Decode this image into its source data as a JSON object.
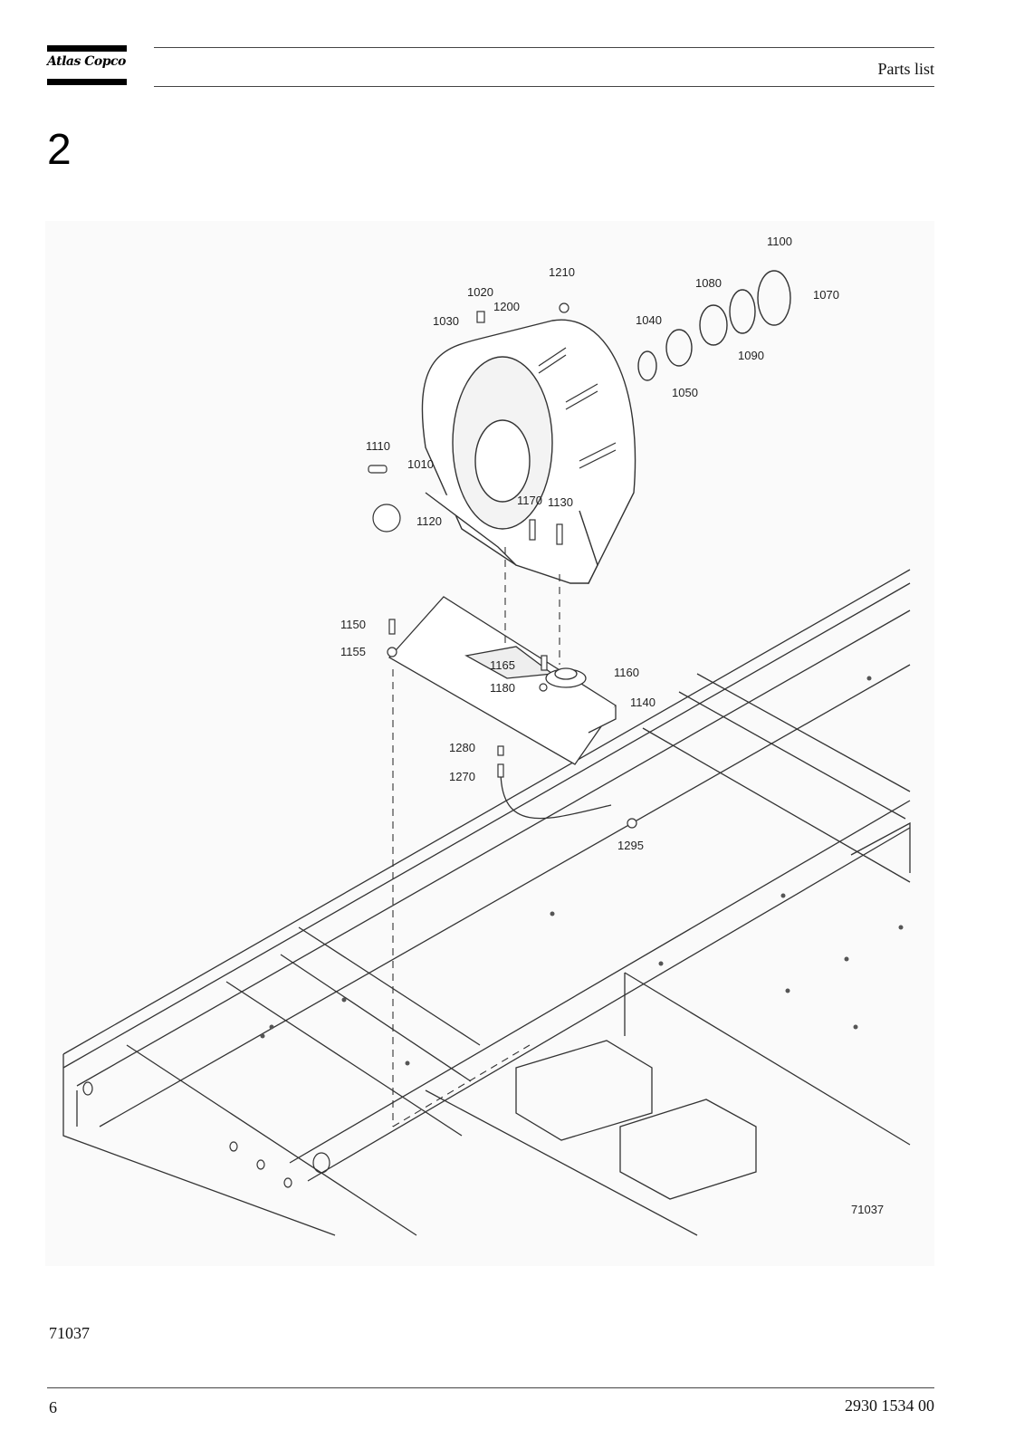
{
  "header": {
    "brand": "Atlas Copco",
    "title": "Parts list"
  },
  "section": {
    "number": "2"
  },
  "figure": {
    "drawing_number": "71037",
    "callouts": [
      "1010",
      "1020",
      "1030",
      "1040",
      "1050",
      "1070",
      "1080",
      "1090",
      "1100",
      "1110",
      "1120",
      "1130",
      "1140",
      "1150",
      "1155",
      "1160",
      "1165",
      "1170",
      "1180",
      "1200",
      "1210",
      "1270",
      "1280",
      "1295"
    ]
  },
  "footer": {
    "figure_ref": "71037",
    "page_number": "6",
    "doc_number": "2930 1534 00"
  }
}
